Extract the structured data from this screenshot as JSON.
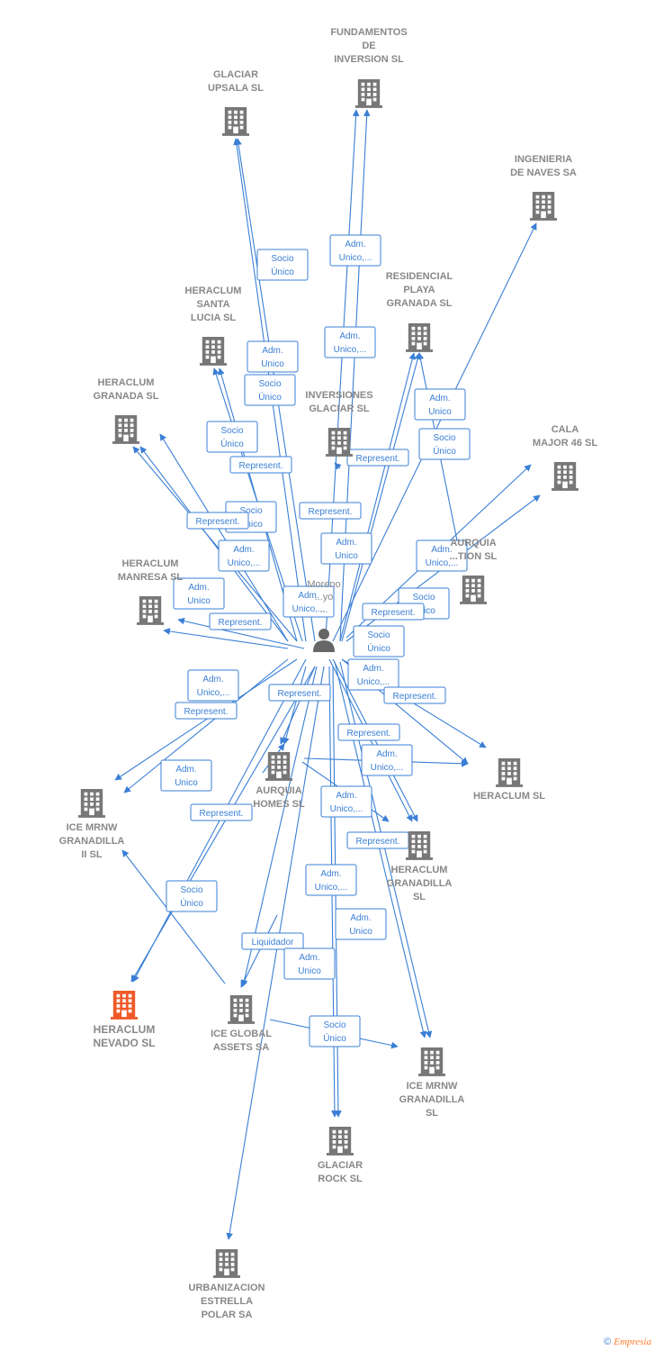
{
  "colors": {
    "edge": "#3a7fd5",
    "company": "#777777",
    "highlight": "#f05a28",
    "person": "#666666"
  },
  "person": {
    "label_lines": [
      "Moreno",
      "...yo",
      "..."
    ]
  },
  "nodes": [
    {
      "id": "fundamentos",
      "lines": [
        "FUNDAMENTOS",
        "DE",
        "INVERSION  SL"
      ]
    },
    {
      "id": "glaciar_upsala",
      "lines": [
        "GLACIAR",
        "UPSALA SL"
      ]
    },
    {
      "id": "ingenieria",
      "lines": [
        "INGENIERIA",
        "DE NAVES SA"
      ]
    },
    {
      "id": "residencial",
      "lines": [
        "RESIDENCIAL",
        "PLAYA",
        "GRANADA  SL"
      ]
    },
    {
      "id": "santa_lucia",
      "lines": [
        "HERACLUM",
        "SANTA",
        "LUCIA  SL"
      ]
    },
    {
      "id": "granada",
      "lines": [
        "HERACLUM",
        "GRANADA  SL"
      ]
    },
    {
      "id": "inversiones_glaciar",
      "lines": [
        "INVERSIONES",
        "GLACIAR  SL"
      ]
    },
    {
      "id": "cala_major",
      "lines": [
        "CALA",
        "MAJOR 46  SL"
      ]
    },
    {
      "id": "manresa",
      "lines": [
        "HERACLUM",
        "MANRESA  SL"
      ]
    },
    {
      "id": "aurquia_tion",
      "lines": [
        "AURQUIA",
        "...TION  SL"
      ]
    },
    {
      "id": "heraclum_sl",
      "lines": [
        "HERACLUM  SL"
      ]
    },
    {
      "id": "aurquia_homes",
      "lines": [
        "AURQUIA",
        "HOMES  SL"
      ]
    },
    {
      "id": "ice_mrnw_ii",
      "lines": [
        "ICE MRNW",
        "GRANADILLA",
        "II  SL"
      ]
    },
    {
      "id": "heraclum_granadilla",
      "lines": [
        "HERACLUM",
        "GRANADILLA",
        "SL"
      ]
    },
    {
      "id": "heraclum_nevado",
      "lines": [
        "HERACLUM",
        "NEVADO  SL"
      ]
    },
    {
      "id": "ice_global",
      "lines": [
        "ICE GLOBAL",
        "ASSETS SA"
      ]
    },
    {
      "id": "ice_mrnw",
      "lines": [
        "ICE MRNW",
        "GRANADILLA",
        "SL"
      ]
    },
    {
      "id": "glaciar_rock",
      "lines": [
        "GLACIAR",
        "ROCK  SL"
      ]
    },
    {
      "id": "urbanizacion",
      "lines": [
        "URBANIZACION",
        "ESTRELLA",
        "POLAR SA"
      ]
    }
  ],
  "edge_labels": [
    [
      "Adm.",
      "Unico,..."
    ],
    [
      "Socio",
      "Único"
    ],
    [
      "Adm.",
      "Unico,..."
    ],
    [
      "Adm.",
      "Unico"
    ],
    [
      "Socio",
      "Único"
    ],
    [
      "Adm.",
      "Unico"
    ],
    [
      "Socio",
      "Único"
    ],
    [
      "Socio",
      "Único"
    ],
    [
      "Represent."
    ],
    [
      "Represent."
    ],
    [
      "Socio",
      "Único"
    ],
    [
      "Represent."
    ],
    [
      "Represent."
    ],
    [
      "Adm.",
      "Unico"
    ],
    [
      "Adm.",
      "Unico,..."
    ],
    [
      "Adm.",
      "Unico"
    ],
    [
      "Adm.",
      "Unico,..."
    ],
    [
      "Adm.",
      "Unico,..."
    ],
    [
      "Socio",
      "Único"
    ],
    [
      "Represent."
    ],
    [
      "Represent."
    ],
    [
      "Socio",
      "Único"
    ],
    [
      "Adm.",
      "Unico,..."
    ],
    [
      "Adm.",
      "Unico,..."
    ],
    [
      "Represent."
    ],
    [
      "Represent."
    ],
    [
      "Represent."
    ],
    [
      "Adm.",
      "Unico,..."
    ],
    [
      "Adm.",
      "Unico"
    ],
    [
      "Adm.",
      "Unico,..."
    ],
    [
      "Represent."
    ],
    [
      "Represent."
    ],
    [
      "Represent."
    ],
    [
      "Adm.",
      "Unico,..."
    ],
    [
      "Socio",
      "Único"
    ],
    [
      "Adm.",
      "Unico"
    ],
    [
      "Liquidador"
    ],
    [
      "Adm.",
      "Unico"
    ],
    [
      "Socio",
      "Único"
    ]
  ],
  "footer": {
    "copyright": "©",
    "brand": "Empresia"
  }
}
